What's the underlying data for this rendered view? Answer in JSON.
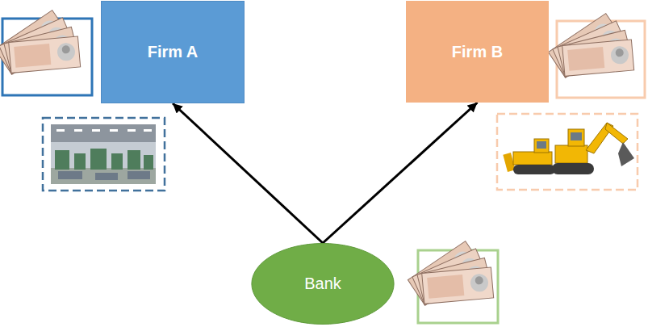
{
  "diagram": {
    "nodes": [
      {
        "text": [
          "Firm A"
        ]
      },
      {
        "text": [
          "Firm B"
        ]
      },
      {
        "text": [
          "Bank"
        ]
      }
    ],
    "edges": [
      {
        "from": 2,
        "to": 0,
        "arrow": "to"
      },
      {
        "from": 2,
        "to": 1,
        "arrow": "to"
      }
    ]
  }
}
